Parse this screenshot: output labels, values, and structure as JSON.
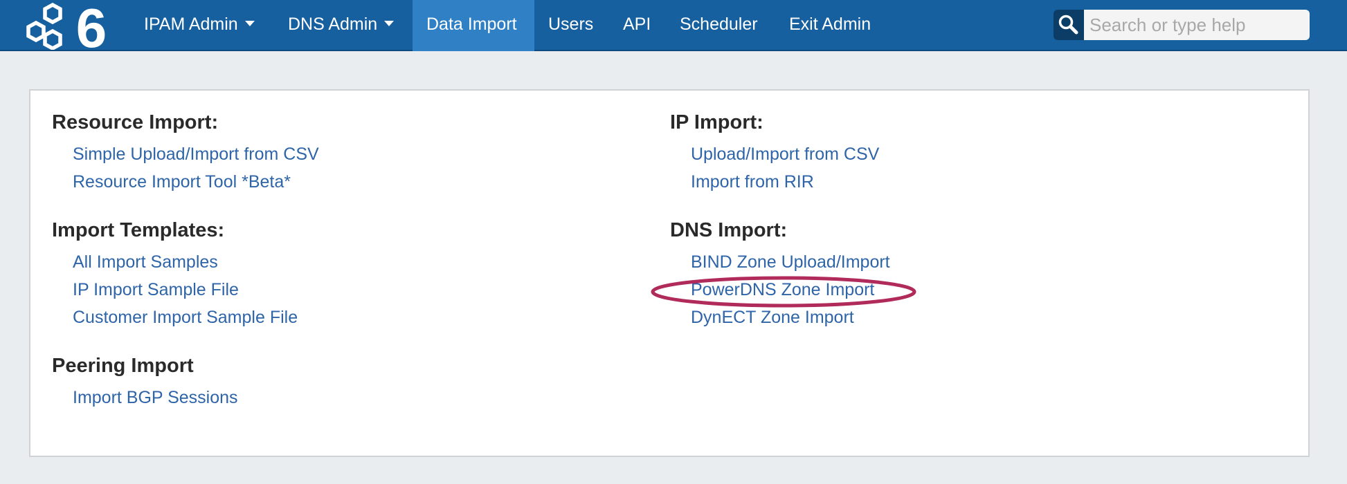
{
  "navbar": {
    "brand": {
      "digit": "6"
    },
    "items": [
      {
        "label": "IPAM Admin",
        "dropdown": true
      },
      {
        "label": "DNS Admin",
        "dropdown": true
      },
      {
        "label": "Data Import",
        "active": true
      },
      {
        "label": "Users"
      },
      {
        "label": "API"
      },
      {
        "label": "Scheduler"
      },
      {
        "label": "Exit Admin"
      }
    ],
    "search": {
      "placeholder": "Search or type help",
      "value": "",
      "icon": "search-icon"
    }
  },
  "sections": {
    "resource_import": {
      "title": "Resource Import:",
      "links": [
        "Simple Upload/Import from CSV",
        "Resource Import Tool *Beta*"
      ]
    },
    "import_templates": {
      "title": "Import Templates:",
      "links": [
        "All Import Samples",
        "IP Import Sample File",
        "Customer Import Sample File"
      ]
    },
    "peering_import": {
      "title": "Peering Import",
      "links": [
        "Import BGP Sessions"
      ]
    },
    "ip_import": {
      "title": "IP Import:",
      "links": [
        "Upload/Import from CSV",
        "Import from RIR"
      ]
    },
    "dns_import": {
      "title": "DNS Import:",
      "links": [
        "BIND Zone Upload/Import",
        "PowerDNS Zone Import",
        "DynECT Zone Import"
      ]
    }
  },
  "colors": {
    "navbar": "#1660a0",
    "nav_active": "#2f80c4",
    "link": "#2e64a8",
    "heading": "#2a2a2a",
    "highlight": "#b02a5a",
    "page_bg": "#e9edf0"
  }
}
